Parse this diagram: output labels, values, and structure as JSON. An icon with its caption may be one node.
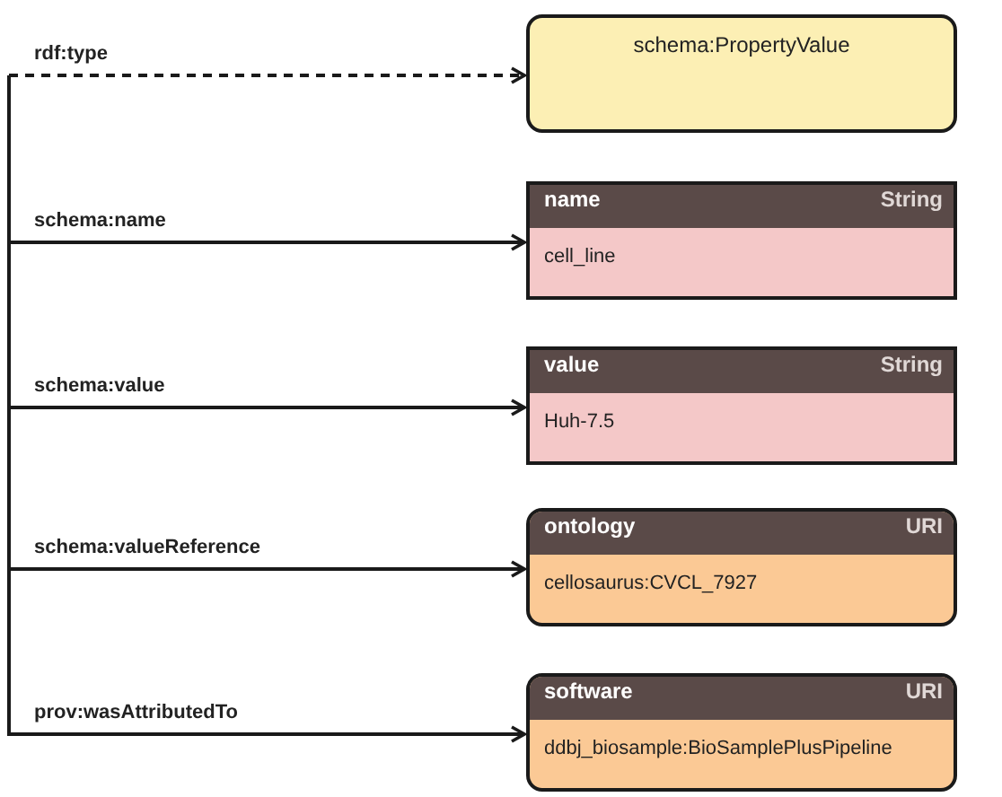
{
  "diagram": {
    "nodes": [
      {
        "text": [
          "schema:PropertyValue"
        ]
      },
      {
        "text": [
          "name",
          "String",
          "cell_line"
        ]
      },
      {
        "text": [
          "value",
          "String",
          "Huh-7.5"
        ]
      },
      {
        "text": [
          "ontology",
          "URI",
          "cellosaurus:CVCL_7927"
        ]
      },
      {
        "text": [
          "software",
          "URI",
          "ddbj_biosample:BioSamplePlusPipeline"
        ]
      }
    ],
    "edges": [
      {
        "from": null,
        "to": 0,
        "arrow": "to",
        "label": "rdf:type",
        "style": "dashed"
      },
      {
        "from": null,
        "to": 1,
        "arrow": "to",
        "label": "schema:name"
      },
      {
        "from": null,
        "to": 2,
        "arrow": "to",
        "label": "schema:value"
      },
      {
        "from": null,
        "to": 3,
        "arrow": "to",
        "label": "schema:valueReference"
      },
      {
        "from": null,
        "to": 4,
        "arrow": "to",
        "label": "prov:wasAttributedTo"
      }
    ]
  }
}
